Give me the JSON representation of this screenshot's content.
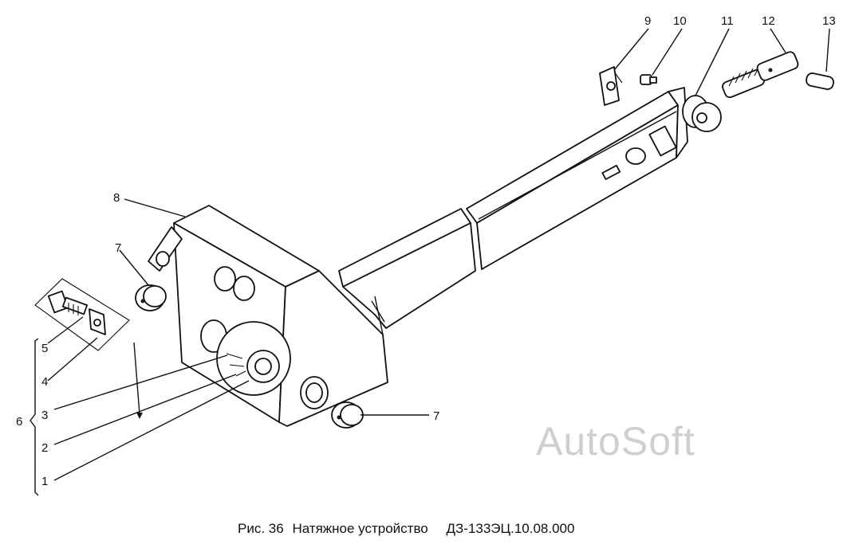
{
  "figure": {
    "caption_prefix": "Рис. 36",
    "caption_title": "Натяжное устройство",
    "caption_code": "ДЗ-133ЭЦ.10.08.000",
    "watermark": "AutoSoft"
  },
  "callouts": [
    {
      "id": "c9",
      "text": "9"
    },
    {
      "id": "c10",
      "text": "10"
    },
    {
      "id": "c11",
      "text": "11"
    },
    {
      "id": "c12",
      "text": "12"
    },
    {
      "id": "c13",
      "text": "13"
    },
    {
      "id": "c8",
      "text": "8"
    },
    {
      "id": "c7a",
      "text": "7"
    },
    {
      "id": "c7b",
      "text": "7"
    },
    {
      "id": "c5",
      "text": "5"
    },
    {
      "id": "c4",
      "text": "4"
    },
    {
      "id": "c3",
      "text": "3"
    },
    {
      "id": "c2",
      "text": "2"
    },
    {
      "id": "c1",
      "text": "1"
    },
    {
      "id": "c6",
      "text": "6"
    }
  ]
}
